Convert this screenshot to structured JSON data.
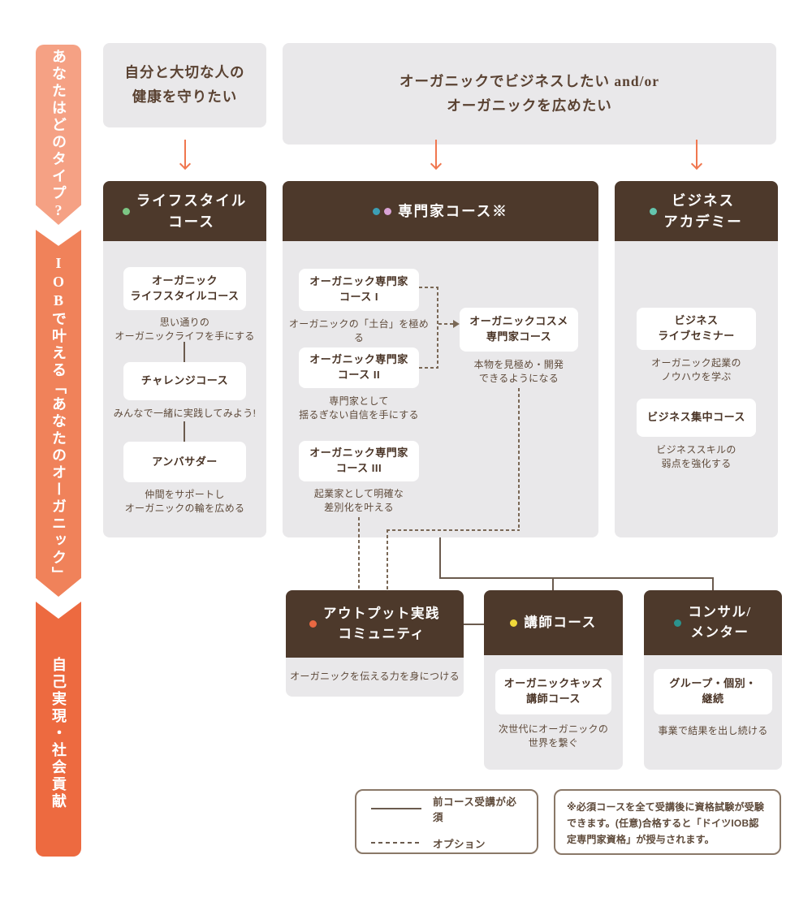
{
  "banner": {
    "segments": [
      {
        "text": "あなたはどのタイプ?",
        "color": "#F5A184"
      },
      {
        "text": "IOBで叶える「あなたのオーガニック」",
        "color": "#F0825A"
      },
      {
        "text": "自己実現・社会貢献",
        "color": "#ED6A40"
      }
    ]
  },
  "top_boxes": {
    "health": "自分と大切な人の\n健康を守りたい",
    "business": "オーガニックでビジネスしたい and/or\nオーガニックを広めたい"
  },
  "columns": {
    "lifestyle": {
      "title": "ライフスタイル\nコース",
      "dot_color": "#7CC684",
      "items": [
        {
          "name": "オーガニック\nライフスタイルコース",
          "desc": "思い通りの\nオーガニックライフを手にする"
        },
        {
          "name": "チャレンジコース",
          "desc": "みんなで一緒に実践してみよう!"
        },
        {
          "name": "アンバサダー",
          "desc": "仲間をサポートし\nオーガニックの輪を広める"
        }
      ]
    },
    "expert": {
      "title": "専門家コース※",
      "dot_colors": [
        "#3C9FB5",
        "#D9A3D6"
      ],
      "items": [
        {
          "name": "オーガニック専門家\nコース I",
          "desc": "オーガニックの「土台」を極める"
        },
        {
          "name": "オーガニック専門家\nコース II",
          "desc": "専門家として\n揺るぎない自信を手にする"
        },
        {
          "name": "オーガニック専門家\nコース III",
          "desc": "起業家として明確な\n差別化を叶える"
        }
      ],
      "cosme": {
        "name": "オーガニックコスメ\n専門家コース",
        "desc": "本物を見極め・開発\nできるようになる"
      }
    },
    "business": {
      "title": "ビジネス\nアカデミー",
      "dot_color": "#64C6AE",
      "items": [
        {
          "name": "ビジネス\nライブセミナー",
          "desc": "オーガニック起業の\nノウハウを学ぶ"
        },
        {
          "name": "ビジネス集中コース",
          "desc": "ビジネススキルの\n弱点を強化する"
        }
      ]
    }
  },
  "bottom_boxes": {
    "output": {
      "title": "アウトプット実践\nコミュニティ",
      "dot_color": "#E96842",
      "desc": "オーガニックを伝える力を身につける"
    },
    "instructor": {
      "title": "講師コース",
      "dot_color": "#F0D93A",
      "item": {
        "name": "オーガニックキッズ\n講師コース",
        "desc": "次世代にオーガニックの\n世界を繋ぐ"
      }
    },
    "consul": {
      "title": "コンサル/\nメンター",
      "dot_color": "#2B938E",
      "item": {
        "name": "グループ・個別・\n継続",
        "desc": "事業で結果を出し続ける"
      }
    }
  },
  "legend": {
    "required": "前コース受講が必須",
    "optional": "オプション"
  },
  "note": "※必須コースを全て受講後に資格試験が受験できます。(任意)合格すると「ドイツIOB認定専門家資格」が授与されます。",
  "colors": {
    "header_brown": "#4D392B",
    "panel_gray": "#E9E8EA",
    "arrow_orange": "#F0774F",
    "line_brown": "#6B5B4E",
    "dashed_brown": "#7A6856"
  }
}
